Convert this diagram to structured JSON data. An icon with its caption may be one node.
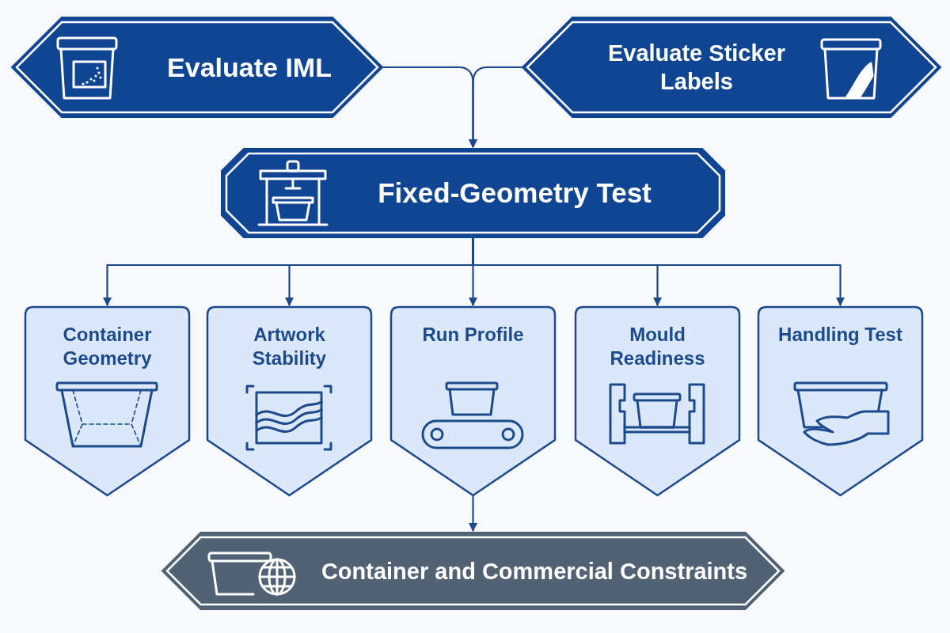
{
  "diagram": {
    "nodes": [
      {
        "text": [
          "Evaluate IML"
        ]
      },
      {
        "text": [
          "Evaluate Sticker Labels"
        ]
      },
      {
        "text": [
          "Fixed-Geometry Test"
        ]
      },
      {
        "text": [
          "Container Geometry"
        ]
      },
      {
        "text": [
          "Artwork Stability"
        ]
      },
      {
        "text": [
          "Run Profile"
        ]
      },
      {
        "text": [
          "Mould Readiness"
        ]
      },
      {
        "text": [
          "Handling Test"
        ]
      },
      {
        "text": [
          "Container and Commercial Constraints"
        ]
      }
    ],
    "edges": [
      {
        "from": 0,
        "to": 2,
        "arrow": "to"
      },
      {
        "from": 1,
        "to": 2,
        "arrow": "to"
      },
      {
        "from": 2,
        "to": 3,
        "arrow": "to"
      },
      {
        "from": 2,
        "to": 4,
        "arrow": "to"
      },
      {
        "from": 2,
        "to": 5,
        "arrow": "to"
      },
      {
        "from": 2,
        "to": 6,
        "arrow": "to"
      },
      {
        "from": 2,
        "to": 7,
        "arrow": "to"
      },
      {
        "from": 5,
        "to": 8,
        "arrow": "to"
      }
    ]
  }
}
